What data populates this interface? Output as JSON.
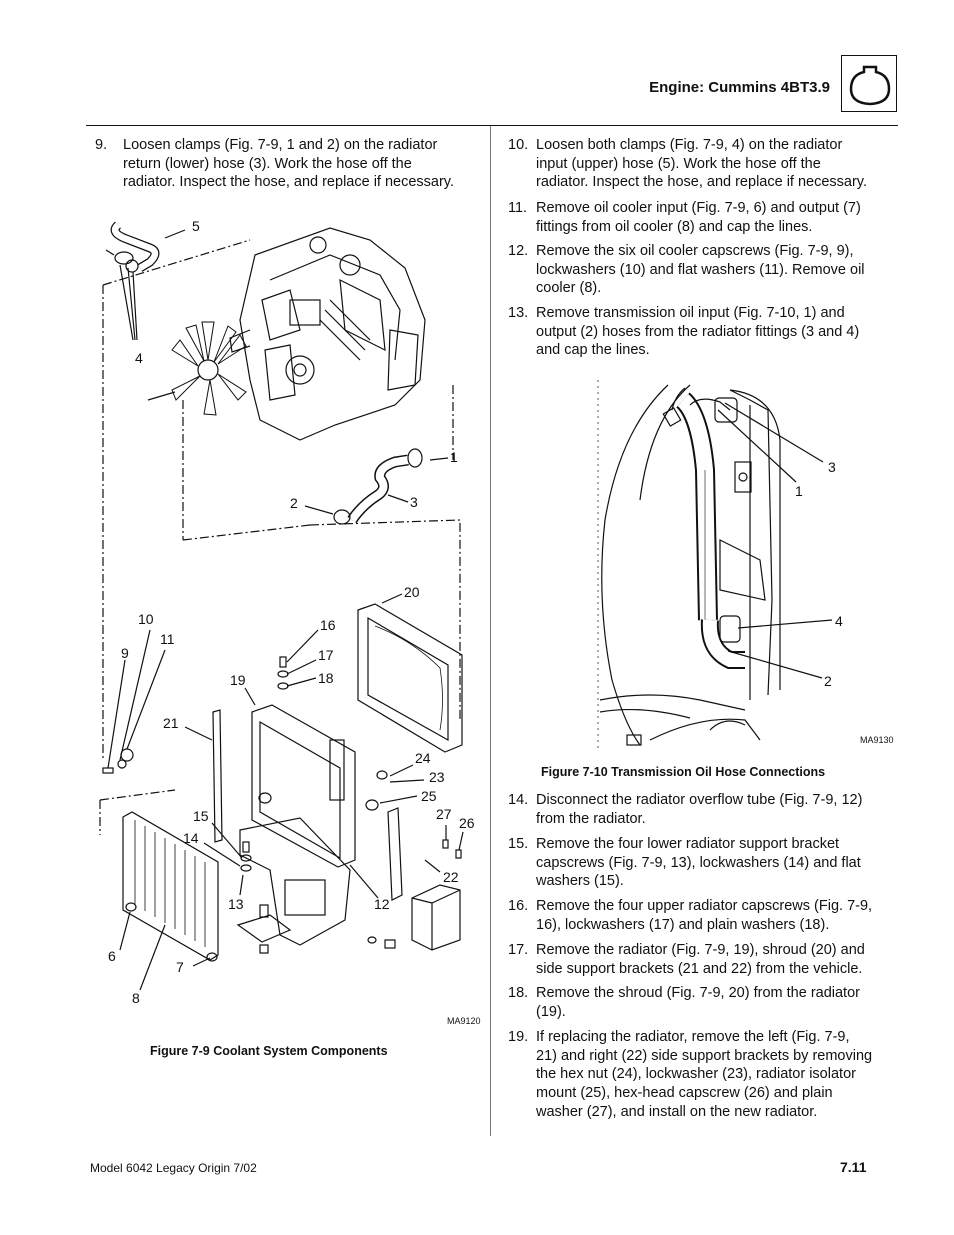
{
  "header": {
    "title": "Engine: Cummins 4BT3.9",
    "icon": "engine-oil-drop-icon"
  },
  "left_column": {
    "step9": {
      "num": "9.",
      "lines": [
        "Loosen clamps (Fig. 7-9, 1 and 2) on the radiator",
        "return (lower) hose (3). Work the hose off the",
        "radiator. Inspect the hose, and replace if necessary."
      ]
    },
    "figure_7_9": {
      "code": "MA9120",
      "caption": "Figure 7-9  Coolant System Components",
      "callouts": [
        "5",
        "4",
        "1",
        "2",
        "3",
        "20",
        "10",
        "16",
        "9",
        "11",
        "17",
        "19",
        "18",
        "21",
        "24",
        "23",
        "25",
        "15",
        "27",
        "26",
        "14",
        "22",
        "13",
        "12",
        "6",
        "7",
        "8"
      ]
    }
  },
  "right_column": {
    "steps_a": [
      {
        "num": "10.",
        "lines": [
          "Loosen both clamps (Fig. 7-9, 4) on the radiator",
          "input (upper) hose (5). Work the hose off the",
          "radiator. Inspect the hose, and replace if necessary."
        ]
      },
      {
        "num": "11.",
        "lines": [
          "Remove oil cooler input (Fig. 7-9, 6) and output (7)",
          "fittings from oil cooler (8) and cap the lines."
        ]
      },
      {
        "num": "12.",
        "lines": [
          "Remove the six oil cooler capscrews (Fig. 7-9, 9),",
          "lockwashers (10) and flat washers (11). Remove oil",
          "cooler (8)."
        ]
      },
      {
        "num": "13.",
        "lines": [
          "Remove transmission oil input (Fig. 7-10, 1) and",
          "output (2) hoses from the radiator fittings (3 and 4)",
          "and cap the lines."
        ]
      }
    ],
    "figure_7_10": {
      "code": "MA9130",
      "caption": "Figure 7-10  Transmission Oil Hose Connections",
      "callouts": [
        "3",
        "1",
        "4",
        "2"
      ]
    },
    "steps_b": [
      {
        "num": "14.",
        "lines": [
          "Disconnect the radiator overflow tube (Fig. 7-9, 12)",
          "from the radiator."
        ]
      },
      {
        "num": "15.",
        "lines": [
          "Remove the four lower radiator support bracket",
          "capscrews (Fig. 7-9, 13), lockwashers (14) and flat",
          "washers (15)."
        ]
      },
      {
        "num": "16.",
        "lines": [
          "Remove the four upper radiator capscrews (Fig. 7-9,",
          "16), lockwashers (17) and plain washers (18)."
        ]
      },
      {
        "num": "17.",
        "lines": [
          "Remove the radiator (Fig. 7-9, 19), shroud (20) and",
          "side support brackets (21 and 22) from the vehicle."
        ]
      },
      {
        "num": "18.",
        "lines": [
          "Remove the shroud (Fig. 7-9, 20) from the radiator",
          "(19)."
        ]
      },
      {
        "num": "19.",
        "lines": [
          "If replacing the radiator, remove the left (Fig. 7-9,",
          "21) and right (22) side support brackets by removing",
          "the hex nut (24), lockwasher (23), radiator isolator",
          "mount (25), hex-head capscrew (26) and plain",
          "washer (27), and install on the new radiator."
        ]
      }
    ]
  },
  "footer": {
    "left": "Model  6042  Legacy   Origin  7/02",
    "page": "7.11"
  }
}
